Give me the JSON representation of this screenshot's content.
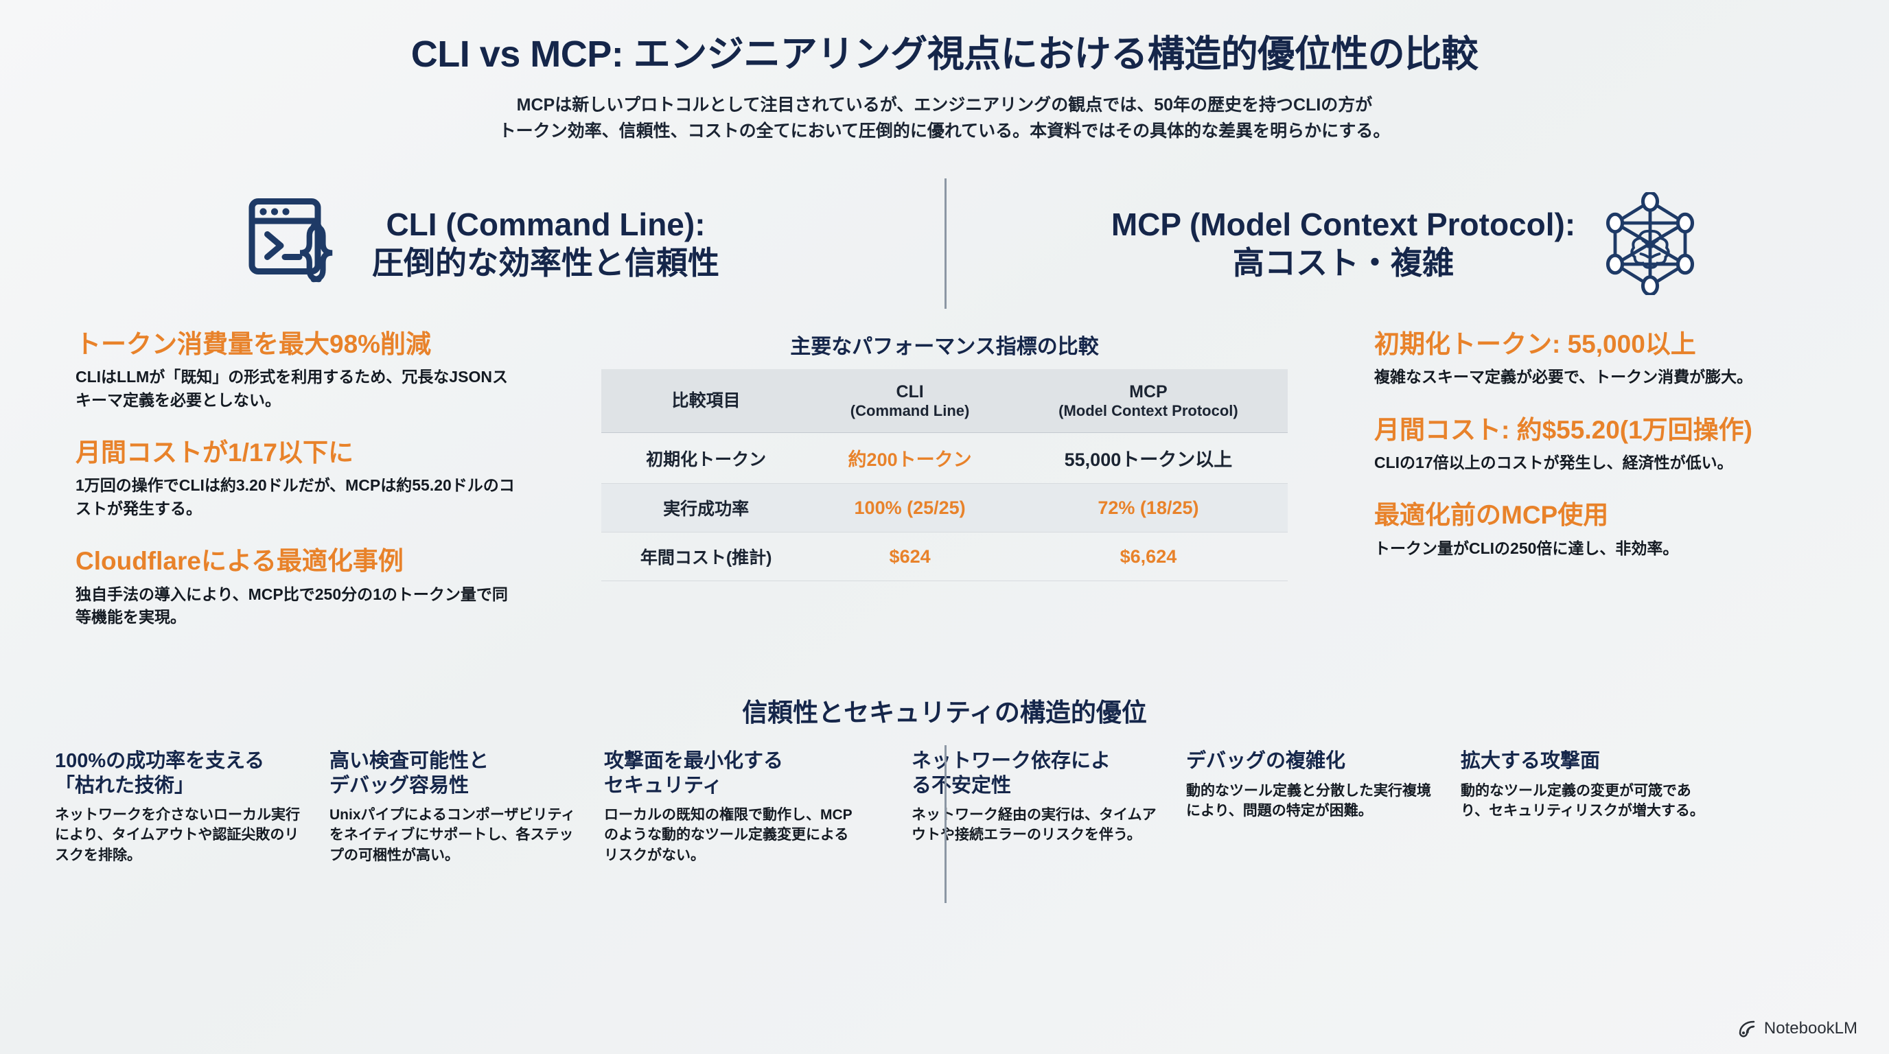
{
  "header": {
    "title": "CLI vs MCP: エンジニアリング視点における構造的優位性の比較",
    "subtitle_line1": "MCPは新しいプロトコルとして注目されているが、エンジニアリングの観点では、50年の歴史を持つCLIの方が",
    "subtitle_line2": "トークン効率、信頼性、コストの全てにおいて圧倒的に優れている。本資料ではその具体的な差異を明らかにする。"
  },
  "columns": {
    "left": {
      "icon": "terminal-braces-icon",
      "heading_line1": "CLI (Command Line):",
      "heading_line2": "圧倒的な効率性と信頼性",
      "points": [
        {
          "title": "トークン消費量を最大98%削減",
          "body": "CLIはLLMが「既知」の形式を利用するため、冗長なJSONスキーマ定義を必要としない。"
        },
        {
          "title": "月間コストが1/17以下に",
          "body": "1万回の操作でCLIは約3.20ドルだが、MCPは約55.20ドルのコストが発生する。"
        },
        {
          "title": "Cloudflareによる最適化事例",
          "body": "独自手法の導入により、MCP比で250分の1のトークン量で同等機能を実現。"
        }
      ]
    },
    "right": {
      "icon": "network-brain-icon",
      "heading_line1": "MCP (Model Context Protocol):",
      "heading_line2": "高コスト・複雑",
      "points": [
        {
          "title": "初期化トークン: 55,000以上",
          "body": "複雑なスキーマ定義が必要で、トークン消費が膨大。"
        },
        {
          "title": "月間コスト: 約$55.20(1万回操作)",
          "body": "CLIの17倍以上のコストが発生し、経済性が低い。"
        },
        {
          "title": "最適化前のMCP使用",
          "body": "トークン量がCLIの250倍に達し、非効率。"
        }
      ]
    }
  },
  "chart_data": {
    "type": "table",
    "title": "主要なパフォーマンス指標の比較",
    "columns": [
      "比較項目",
      "CLI\n(Command Line)",
      "MCP\n(Model Context Protocol)"
    ],
    "column_headers": [
      {
        "main": "比較項目",
        "sub": ""
      },
      {
        "main": "CLI",
        "sub": "(Command Line)"
      },
      {
        "main": "MCP",
        "sub": "(Model Context Protocol)"
      }
    ],
    "rows": [
      {
        "label": "初期化トークン",
        "cli": "約200トークン",
        "mcp": "55,000トークン以上",
        "cli_highlight": true,
        "mcp_highlight": false
      },
      {
        "label": "実行成功率",
        "cli": "100% (25/25)",
        "mcp": "72% (18/25)",
        "cli_highlight": true,
        "mcp_highlight": true
      },
      {
        "label": "年間コスト(推計)",
        "cli": "$624",
        "mcp": "$6,624",
        "cli_highlight": true,
        "mcp_highlight": true
      }
    ]
  },
  "bottom": {
    "title": "信頼性とセキュリティの構造的優位",
    "cards": [
      {
        "title": "100%の成功率を支える\n「枯れた技術」",
        "body": "ネットワークを介さないローカル実行により、タイムアウトや認証尖敗のリスクを排除。"
      },
      {
        "title": "高い検査可能性と\nデバッグ容易性",
        "body": "Unixパイプによるコンポーザビリティをネイティブにサポートし、各ステップの可梱性が高い。"
      },
      {
        "title": "攻撃面を最小化する\nセキュリティ",
        "body": "ローカルの既知の権限で動作し、MCPのような動的なツール定義変更によるリスクがない。"
      },
      {
        "title": "ネットワーク依存によ\nる不安定性",
        "body": "ネットワーク経由の実行は、タイムアウトや接続エラーのリスクを伴う。"
      },
      {
        "title": "デバッグの複雑化",
        "body": "動的なツール定義と分散した実行複境により、問題の特定が困難。"
      },
      {
        "title": "拡大する攻撃面",
        "body": "動的なツール定義の変更が可筬であり、セキュリティリスクが増大する。"
      }
    ]
  },
  "footer": {
    "brand": "NotebookLM",
    "brand_icon": "notebooklm-spiral-icon"
  },
  "colors": {
    "navy": "#15264a",
    "orange": "#e8822a",
    "background": "#f2f4f5",
    "table_header": "#dfe3e6"
  }
}
